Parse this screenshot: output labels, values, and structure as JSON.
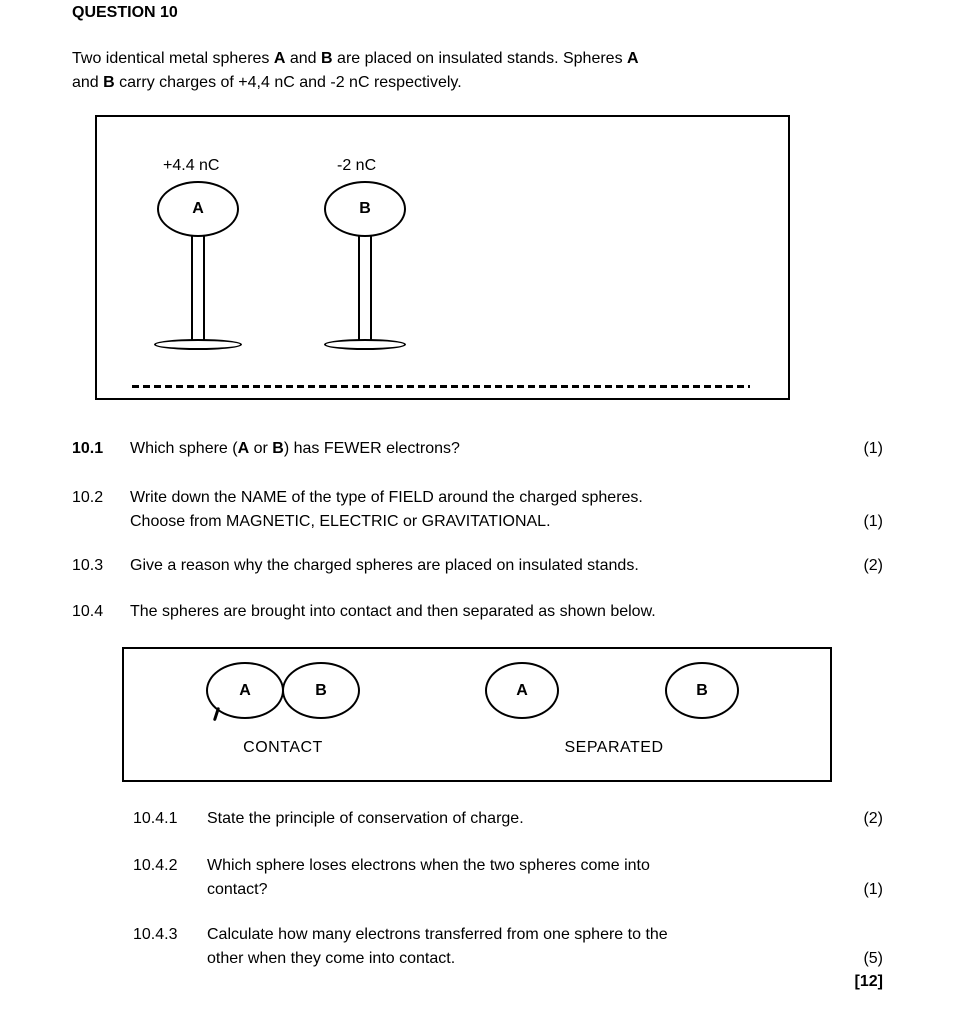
{
  "title": "QUESTION 10",
  "intro": {
    "line1": {
      "s1": "Two identical metal spheres ",
      "b1": "A",
      "s2": " and ",
      "b2": "B",
      "s3": " are placed on insulated stands. Spheres ",
      "b3": "A"
    },
    "line2": {
      "s1": "and ",
      "b1": "B",
      "s2": " carry charges of +4,4 nC and -2 nC respectively."
    }
  },
  "diagram_stands": {
    "sphere_a": {
      "charge": "+4.4 nC",
      "label": "A"
    },
    "sphere_b": {
      "charge": "-2 nC",
      "label": "B"
    }
  },
  "questions": {
    "q10_1": {
      "num": "10.1",
      "mark": "(1)",
      "s1": "Which sphere (",
      "b1": "A",
      "s2": " or ",
      "b2": "B",
      "s3": ") has FEWER electrons?"
    },
    "q10_2": {
      "num": "10.2",
      "mark": "(1)",
      "line1": "Write down the NAME of the type of FIELD around the charged spheres.",
      "line2": "Choose from MAGNETIC, ELECTRIC or GRAVITATIONAL."
    },
    "q10_3": {
      "num": "10.3",
      "mark": "(2)",
      "line1": "Give a reason why the charged spheres are placed on insulated stands."
    },
    "q10_4": {
      "num": "10.4",
      "line1": "The spheres are brought into contact and then separated as shown below."
    },
    "q10_4_1": {
      "num": "10.4.1",
      "mark": "(2)",
      "line1": "State the principle of conservation of charge."
    },
    "q10_4_2": {
      "num": "10.4.2",
      "mark": "(1)",
      "line1": "Which sphere loses electrons when the two spheres come into",
      "line2": "contact?"
    },
    "q10_4_3": {
      "num": "10.4.3",
      "mark": "(5)",
      "line1": "Calculate how many electrons transferred from one sphere to the",
      "line2": "other when they come into contact."
    }
  },
  "diagram_contact": {
    "contact": {
      "a": "A",
      "b": "B",
      "caption": "CONTACT"
    },
    "separated": {
      "a": "A",
      "b": "B",
      "caption": "SEPARATED"
    }
  },
  "total_mark": "[12]"
}
